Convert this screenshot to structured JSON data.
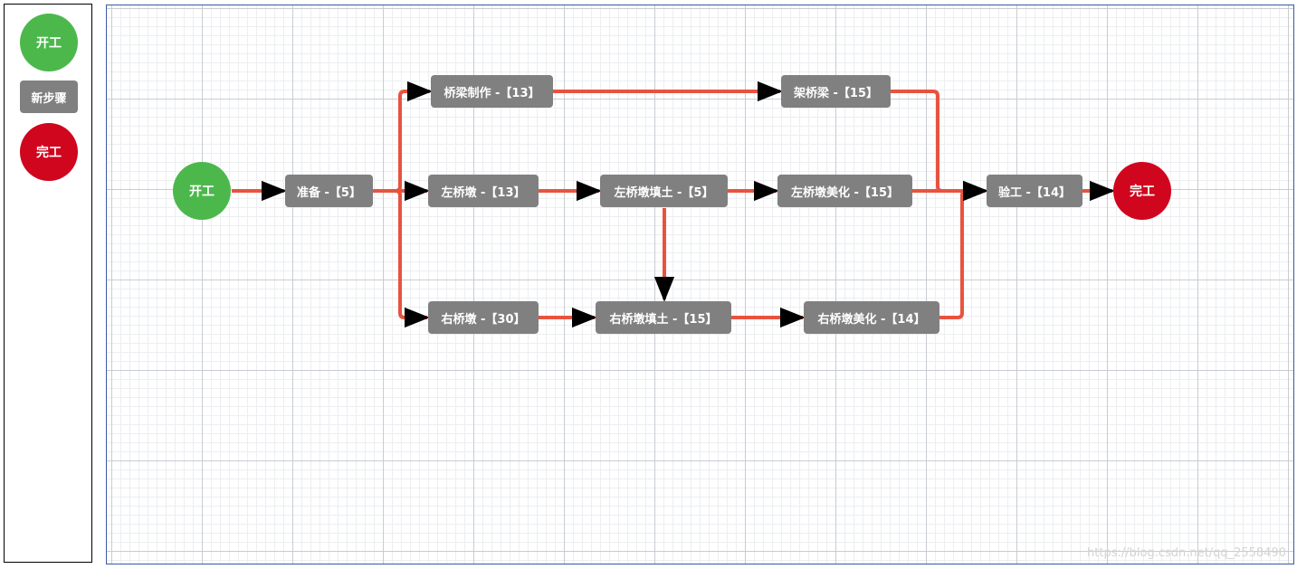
{
  "palette": {
    "start_label": "开工",
    "step_label": "新步骤",
    "end_label": "完工"
  },
  "colors": {
    "start": "#4cb84c",
    "end": "#d0051e",
    "step": "#808080",
    "edge": "#e8533f",
    "arrow": "#000000"
  },
  "nodes": {
    "start": "开工",
    "prep": "准备 -【5】",
    "beam": "桥梁制作 -【13】",
    "erect": "架桥梁 -【15】",
    "lpier": "左桥墩 -【13】",
    "lfill": "左桥墩填土 -【5】",
    "lbeaut": "左桥墩美化 -【15】",
    "rpier": "右桥墩 -【30】",
    "rfill": "右桥墩填土 -【15】",
    "rbeaut": "右桥墩美化 -【14】",
    "inspect": "验工 -【14】",
    "end": "完工"
  },
  "edges": [
    {
      "from": "开工",
      "to": "准备 -【5】"
    },
    {
      "from": "准备 -【5】",
      "to": "桥梁制作 -【13】"
    },
    {
      "from": "准备 -【5】",
      "to": "左桥墩 -【13】"
    },
    {
      "from": "准备 -【5】",
      "to": "右桥墩 -【30】"
    },
    {
      "from": "桥梁制作 -【13】",
      "to": "架桥梁 -【15】"
    },
    {
      "from": "左桥墩 -【13】",
      "to": "左桥墩填土 -【5】"
    },
    {
      "from": "左桥墩填土 -【5】",
      "to": "左桥墩美化 -【15】"
    },
    {
      "from": "左桥墩填土 -【5】",
      "to": "右桥墩填土 -【15】"
    },
    {
      "from": "右桥墩 -【30】",
      "to": "右桥墩填土 -【15】"
    },
    {
      "from": "右桥墩填土 -【15】",
      "to": "右桥墩美化 -【14】"
    },
    {
      "from": "架桥梁 -【15】",
      "to": "验工 -【14】"
    },
    {
      "from": "左桥墩美化 -【15】",
      "to": "验工 -【14】"
    },
    {
      "from": "右桥墩美化 -【14】",
      "to": "验工 -【14】"
    },
    {
      "from": "验工 -【14】",
      "to": "完工"
    }
  ],
  "watermark": "https://blog.csdn.net/qq_2558490"
}
